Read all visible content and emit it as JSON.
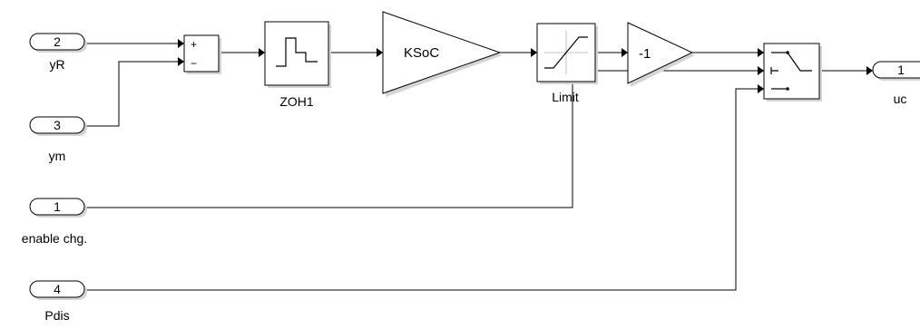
{
  "inports": [
    {
      "number": "2",
      "name": "yR"
    },
    {
      "number": "3",
      "name": "ym"
    },
    {
      "number": "1",
      "name": "enable chg."
    },
    {
      "number": "4",
      "name": "Pdis"
    }
  ],
  "outport": {
    "number": "1",
    "name": "uc"
  },
  "sum_block": {
    "plus": "+",
    "minus": "−"
  },
  "zoh_block": {
    "name": "ZOH1"
  },
  "gain_block": {
    "text": "KSoC"
  },
  "saturation_block": {
    "name": "Limit"
  },
  "negate_block": {
    "text": "-1"
  }
}
